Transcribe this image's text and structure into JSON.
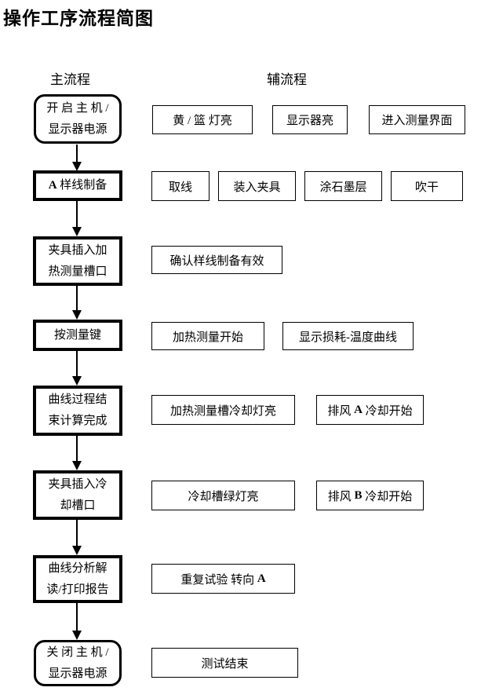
{
  "title": "操作工序流程简图",
  "headers": {
    "main": "主流程",
    "aux": "辅流程"
  },
  "colors": {
    "background": "#ffffff",
    "line": "#000000",
    "text": "#000000"
  },
  "main_flow": {
    "steps": [
      {
        "line1": "开 启 主 机 /",
        "line2": "显示器电源"
      },
      {
        "bold": "A",
        "rest": " 样线制备"
      },
      {
        "line1": "夹具插入加",
        "line2": "热测量槽口"
      },
      {
        "line1": "按测量键"
      },
      {
        "line1": "曲线过程结",
        "line2": "束计算完成"
      },
      {
        "line1": "夹具插入冷",
        "line2": "却槽口"
      },
      {
        "line1": "曲线分析解",
        "line2": "读/打印报告"
      },
      {
        "line1": "关 闭 主 机 /",
        "line2": "显示器电源"
      }
    ]
  },
  "aux_flow": {
    "rows": [
      {
        "boxes": [
          {
            "label": "黄 / 篮 灯亮"
          },
          {
            "label": "显示器亮"
          },
          {
            "label": "进入测量界面"
          }
        ]
      },
      {
        "boxes": [
          {
            "label": "取线"
          },
          {
            "label": "装入夹具"
          },
          {
            "label": "涂石墨层"
          },
          {
            "label": "吹干"
          }
        ]
      },
      {
        "boxes": [
          {
            "label": "确认样线制备有效"
          }
        ]
      },
      {
        "boxes": [
          {
            "label": "加热测量开始"
          },
          {
            "label": "显示损耗-温度曲线"
          }
        ]
      },
      {
        "boxes": [
          {
            "label": "加热测量槽冷却灯亮"
          },
          {
            "pre": "排风 ",
            "bold": "A",
            "post": " 冷却开始"
          }
        ]
      },
      {
        "boxes": [
          {
            "label": "冷却槽绿灯亮"
          },
          {
            "pre": "排风 ",
            "bold": "B",
            "post": " 冷却开始"
          }
        ]
      },
      {
        "boxes": [
          {
            "pre": "重复试验 转向 ",
            "bold": "A",
            "post": ""
          }
        ]
      },
      {
        "boxes": [
          {
            "label": "测试结束"
          }
        ]
      }
    ]
  }
}
